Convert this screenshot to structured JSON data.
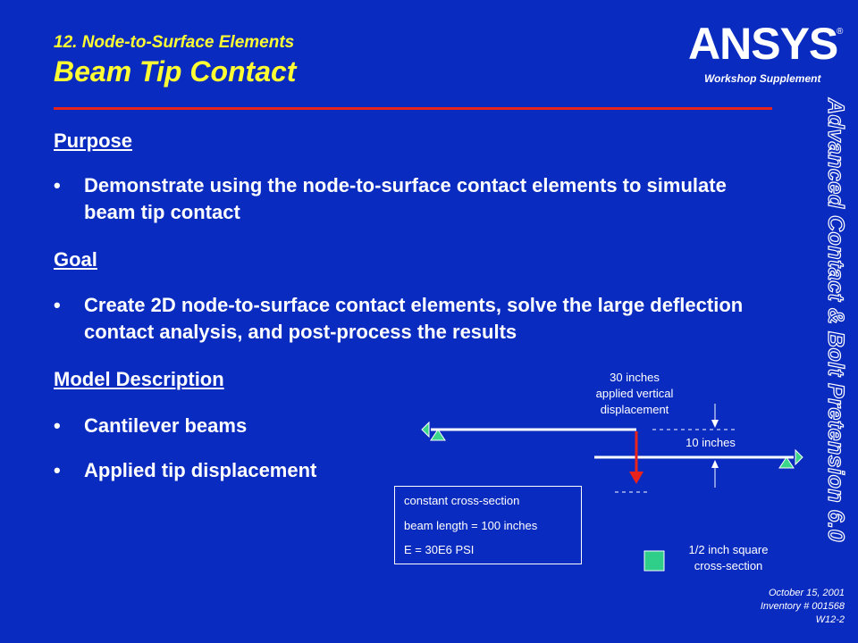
{
  "header": {
    "subtitle": "12.  Node-to-Surface Elements",
    "title": "Beam Tip Contact",
    "logo_text": "ANSYS",
    "logo_reg": "®",
    "workshop": "Workshop Supplement",
    "side_title": "Advanced Contact & Bolt Pretension 6.0"
  },
  "sections": {
    "purpose": {
      "heading": "Purpose",
      "bullet": "Demonstrate using the node-to-surface contact elements to simulate beam tip contact"
    },
    "goal": {
      "heading": "Goal",
      "bullet": "Create 2D node-to-surface contact elements, solve the large deflection contact analysis, and post-process the results"
    },
    "model": {
      "heading": "Model Description",
      "bullets": [
        "Cantilever beams",
        "Applied tip displacement"
      ]
    }
  },
  "bullet_glyph": "•",
  "diagram": {
    "top_label_1": "30 inches",
    "top_label_2": "applied vertical",
    "top_label_3": "displacement",
    "gap_label": "10 inches",
    "props": [
      "constant cross-section",
      "beam length = 100 inches",
      "E = 30E6 PSI"
    ],
    "section_label_1": "1/2 inch square",
    "section_label_2": "cross-section",
    "colors": {
      "beam": "#ffffff",
      "arrow": "#e8231d",
      "support": "#3bd68a",
      "cross_section": "#2fcf8a"
    }
  },
  "footer": {
    "date": "October 15, 2001",
    "inventory": "Inventory # 001568",
    "page": "W12-2"
  }
}
